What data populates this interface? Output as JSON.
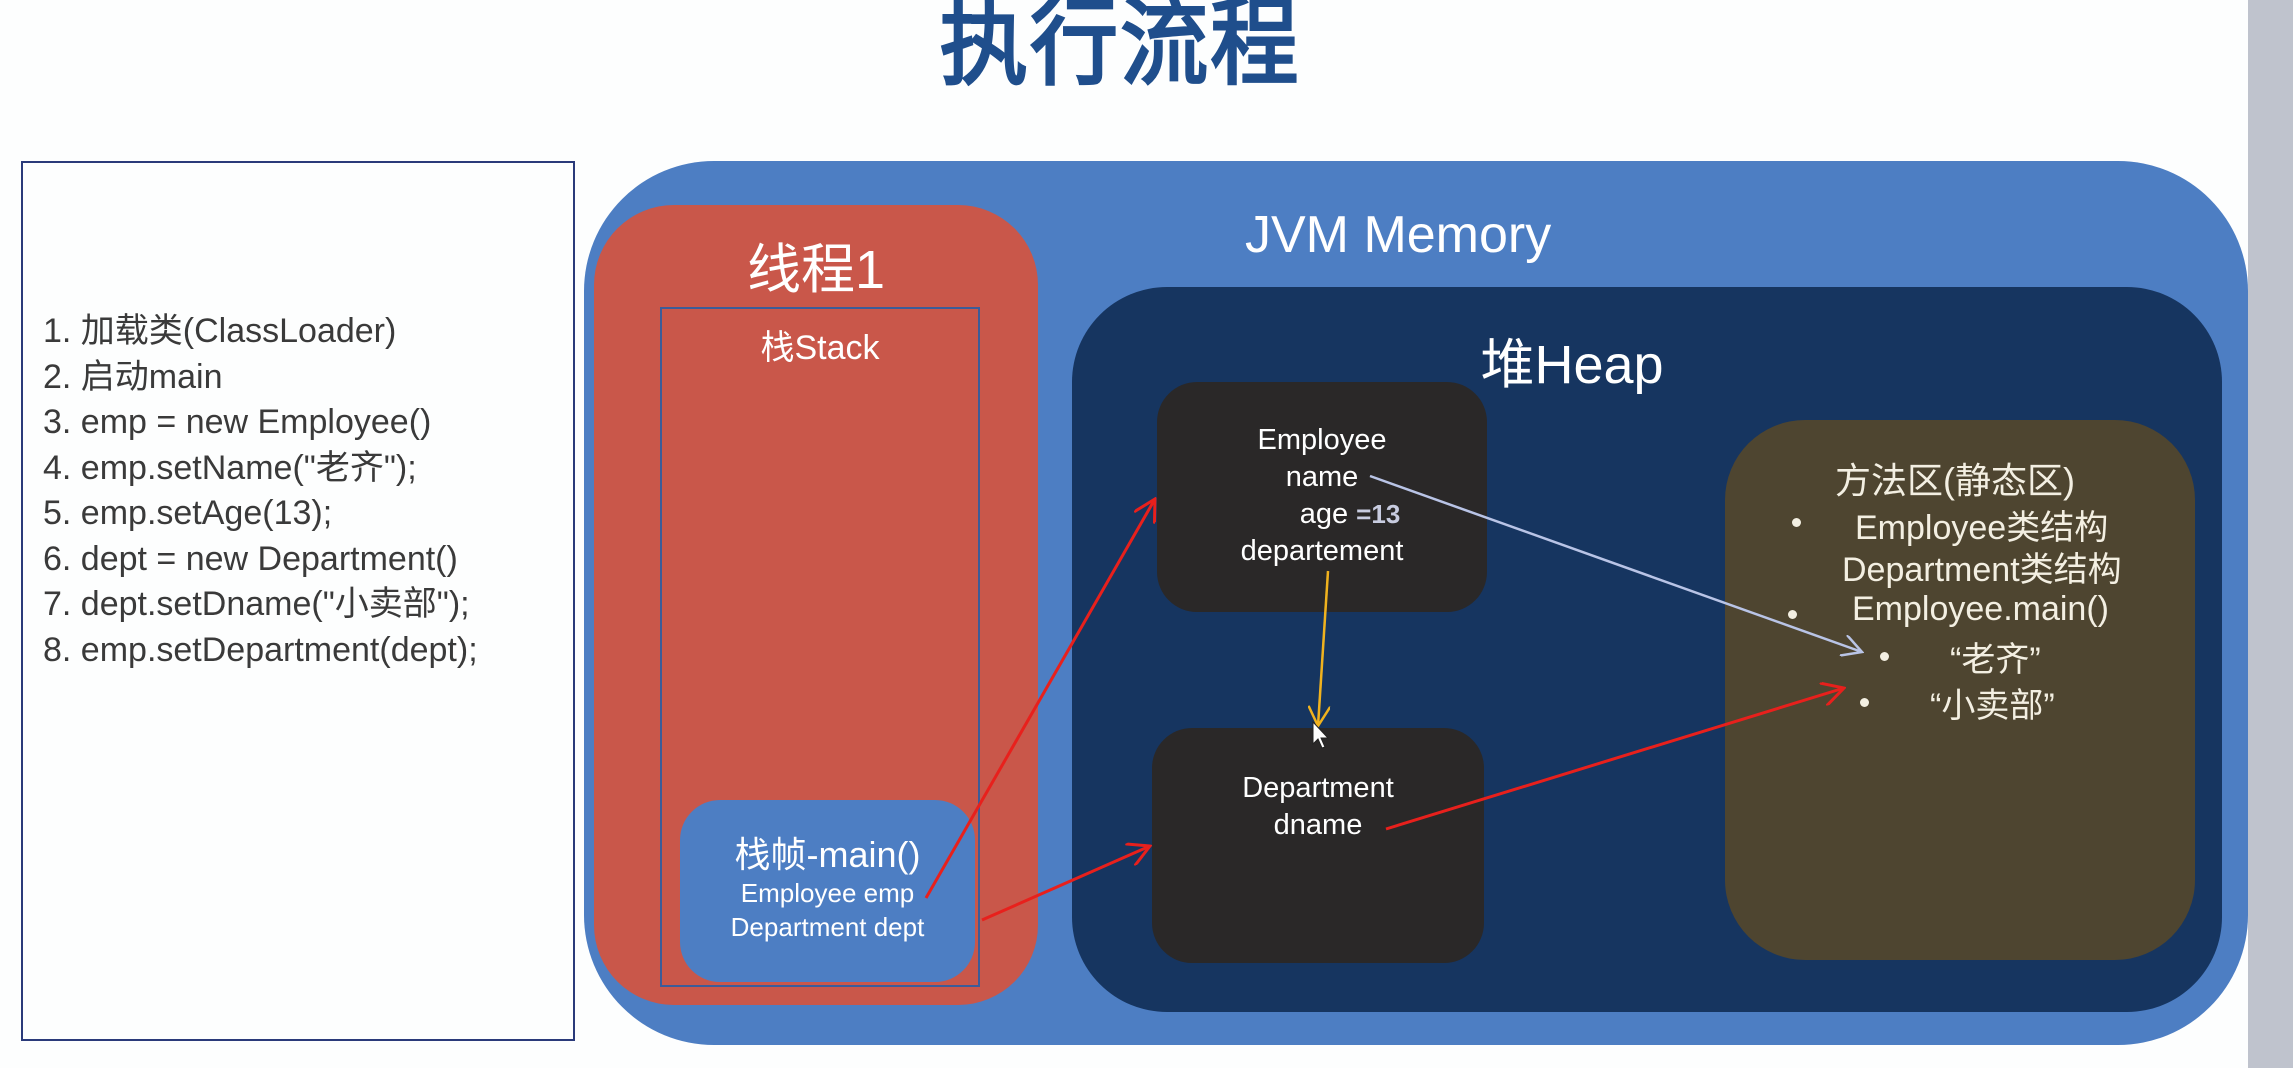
{
  "title": "执行流程",
  "steps": [
    "1. 加载类(ClassLoader)",
    "2. 启动main",
    "3. emp = new Employee()",
    "4. emp.setName(\"老齐\");",
    "5. emp.setAge(13);",
    "6. dept = new Department()",
    "7. dept.setDname(\"小卖部\");",
    "8. emp.setDepartment(dept);"
  ],
  "jvm": {
    "label": "JVM Memory",
    "thread": {
      "label": "线程1",
      "stack_label": "栈Stack",
      "frame": {
        "title": "栈帧-main()",
        "vars": [
          "Employee emp",
          "Department dept"
        ]
      }
    },
    "heap": {
      "label": "堆Heap",
      "employee_object": {
        "class_name": "Employee",
        "field_name": "name",
        "field_age": "age",
        "age_value": "=13",
        "field_department": "departement"
      },
      "department_object": {
        "class_name": "Department",
        "field_dname": "dname"
      },
      "method_area": {
        "title": "方法区(静态区)",
        "items": [
          "Employee类结构",
          "Department类结构",
          "Employee.main()",
          "“老齐”",
          "“小卖部”"
        ]
      }
    }
  },
  "arrows": [
    {
      "from": "frame.emp",
      "to": "employee_object",
      "color": "#e8201c"
    },
    {
      "from": "frame.dept",
      "to": "department_object",
      "color": "#e8201c"
    },
    {
      "from": "employee_object.name",
      "to": "method_area.老齐",
      "color": "#b9c4e6"
    },
    {
      "from": "employee_object.departement",
      "to": "department_object",
      "color": "#f0b21e"
    },
    {
      "from": "department_object.dname",
      "to": "method_area.小卖部",
      "color": "#e8201c"
    }
  ],
  "colors": {
    "title": "#1f4e8c",
    "jvm_bg": "#4d7ec3",
    "thread_bg": "#c9574a",
    "heap_bg": "#163560",
    "object_bg": "#2a2828",
    "method_area_bg": "#4e4530"
  }
}
